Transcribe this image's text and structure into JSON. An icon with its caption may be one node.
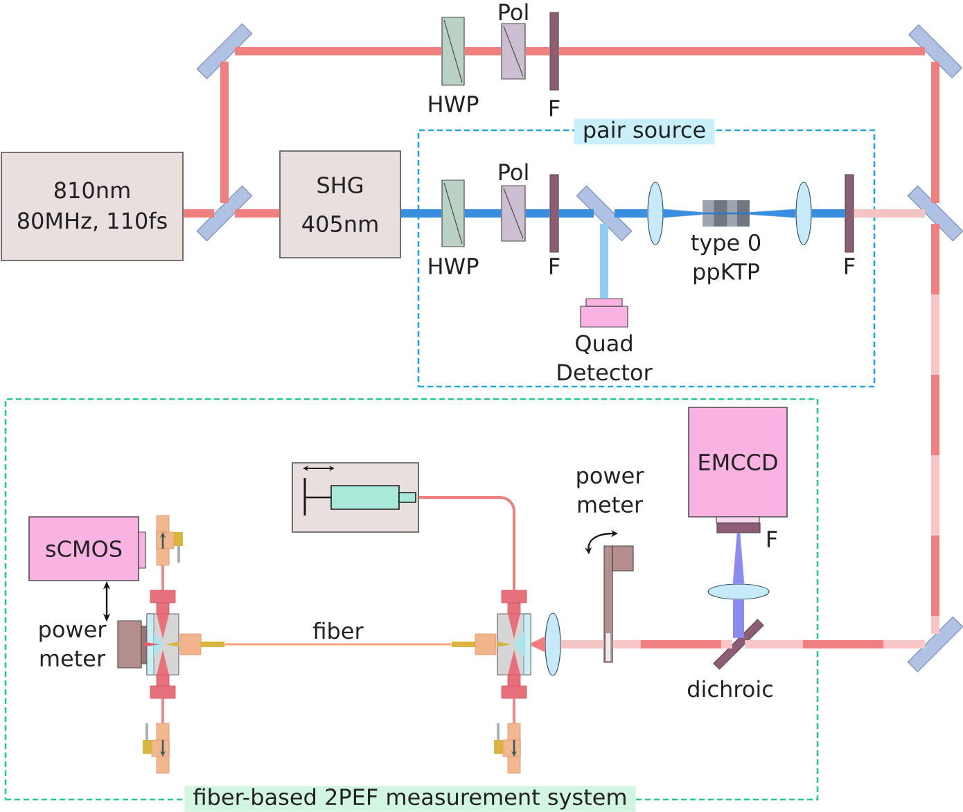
{
  "diagram": {
    "nodes": [
      {
        "text": [],
        "shape": "bar"
      },
      {
        "text": [
          "HWP"
        ]
      },
      {
        "text": [
          "Pol"
        ]
      },
      {
        "text": [
          "F"
        ]
      },
      {
        "text": [],
        "shape": "bar"
      },
      {
        "text": [
          "810nm",
          "80MHz, 110fs"
        ]
      },
      {
        "text": [],
        "shape": "bar"
      },
      {
        "text": [
          "SHG",
          "405nm"
        ]
      },
      {
        "text": [
          "pair source"
        ]
      },
      {
        "text": [
          "HWP"
        ],
        "in": 8
      },
      {
        "text": [
          "Pol"
        ],
        "in": 8
      },
      {
        "text": [
          "F"
        ],
        "in": 8
      },
      {
        "text": [],
        "shape": "bar",
        "in": 8
      },
      {
        "text": [],
        "shape": "ellipse",
        "in": 8
      },
      {
        "text": [
          "type 0 ppKTP"
        ],
        "in": 8
      },
      {
        "text": [],
        "shape": "ellipse",
        "in": 8
      },
      {
        "text": [
          "F"
        ],
        "in": 8
      },
      {
        "text": [],
        "shape": "bar"
      },
      {
        "text": [
          "Quad Detector"
        ],
        "in": 8
      },
      {
        "text": [
          "fiber-based 2PEF measurement system"
        ]
      },
      {
        "text": [
          "EMCCD"
        ],
        "in": 19
      },
      {
        "text": [],
        "shape": "picture",
        "in": 19
      },
      {
        "text": [
          "power meter"
        ],
        "in": 19
      },
      {
        "text": [
          "sCMOS"
        ],
        "in": 19
      },
      {
        "text": [
          "F"
        ],
        "in": 19
      },
      {
        "text": [],
        "shape": "ellipse",
        "in": 19
      },
      {
        "text": [
          "power meter"
        ],
        "in": 19
      },
      {
        "text": [],
        "shape": "picture",
        "in": 19
      },
      {
        "text": [],
        "shape": "picture",
        "in": 19
      },
      {
        "text": [],
        "shape": "ellipse",
        "in": 19
      },
      {
        "text": [
          "dichroic"
        ],
        "in": 19
      },
      {
        "text": [],
        "shape": "bar"
      }
    ],
    "edges": [
      {
        "from": 5,
        "to": 6,
        "arrow": "none"
      },
      {
        "from": 6,
        "to": 7,
        "arrow": "none"
      },
      {
        "from": 6,
        "to": 0,
        "arrow": "none"
      },
      {
        "from": 0,
        "to": 1,
        "arrow": "none"
      },
      {
        "from": 1,
        "to": 2,
        "arrow": "none"
      },
      {
        "from": 2,
        "to": 3,
        "arrow": "none"
      },
      {
        "from": 3,
        "to": 4,
        "arrow": "none"
      },
      {
        "from": 4,
        "to": 17,
        "arrow": "none"
      },
      {
        "from": 7,
        "to": 9,
        "arrow": "none",
        "color": "#3a8ee0"
      },
      {
        "from": 9,
        "to": 10,
        "arrow": "none",
        "color": "#3a8ee0"
      },
      {
        "from": 10,
        "to": 11,
        "arrow": "none",
        "color": "#3a8ee0"
      },
      {
        "from": 11,
        "to": 12,
        "arrow": "none",
        "color": "#3a8ee0"
      },
      {
        "from": 12,
        "to": 13,
        "arrow": "none",
        "color": "#3a8ee0"
      },
      {
        "from": 13,
        "to": 14,
        "arrow": "none",
        "color": "#3a8ee0"
      },
      {
        "from": 14,
        "to": 15,
        "arrow": "none",
        "color": "#3a8ee0"
      },
      {
        "from": 15,
        "to": 16,
        "arrow": "none",
        "color": "#3a8ee0"
      },
      {
        "from": 16,
        "to": 17,
        "arrow": "none",
        "color": "#f4c4c4"
      },
      {
        "from": 12,
        "to": 18,
        "arrow": "none",
        "color": "#8ecdf0"
      },
      {
        "from": 17,
        "to": 31,
        "arrow": "none"
      },
      {
        "from": 31,
        "to": 30,
        "arrow": "none"
      },
      {
        "from": 30,
        "to": 22,
        "arrow": "none"
      },
      {
        "from": 22,
        "to": 29,
        "arrow": "none",
        "color": "#f4c4c4"
      },
      {
        "from": 29,
        "to": 28,
        "arrow": "none"
      },
      {
        "from": 28,
        "to": 27,
        "arrow": "none",
        "label": "fiber",
        "color": "#f4a27e"
      },
      {
        "from": 21,
        "to": 28,
        "arrow": "none"
      },
      {
        "from": 30,
        "to": 25,
        "arrow": "none",
        "color": "#8c8cf0"
      },
      {
        "from": 25,
        "to": 24,
        "arrow": "none",
        "color": "#8c8cf0"
      },
      {
        "from": 23,
        "to": 26,
        "arrow": "both",
        "color": "#111111"
      }
    ]
  }
}
